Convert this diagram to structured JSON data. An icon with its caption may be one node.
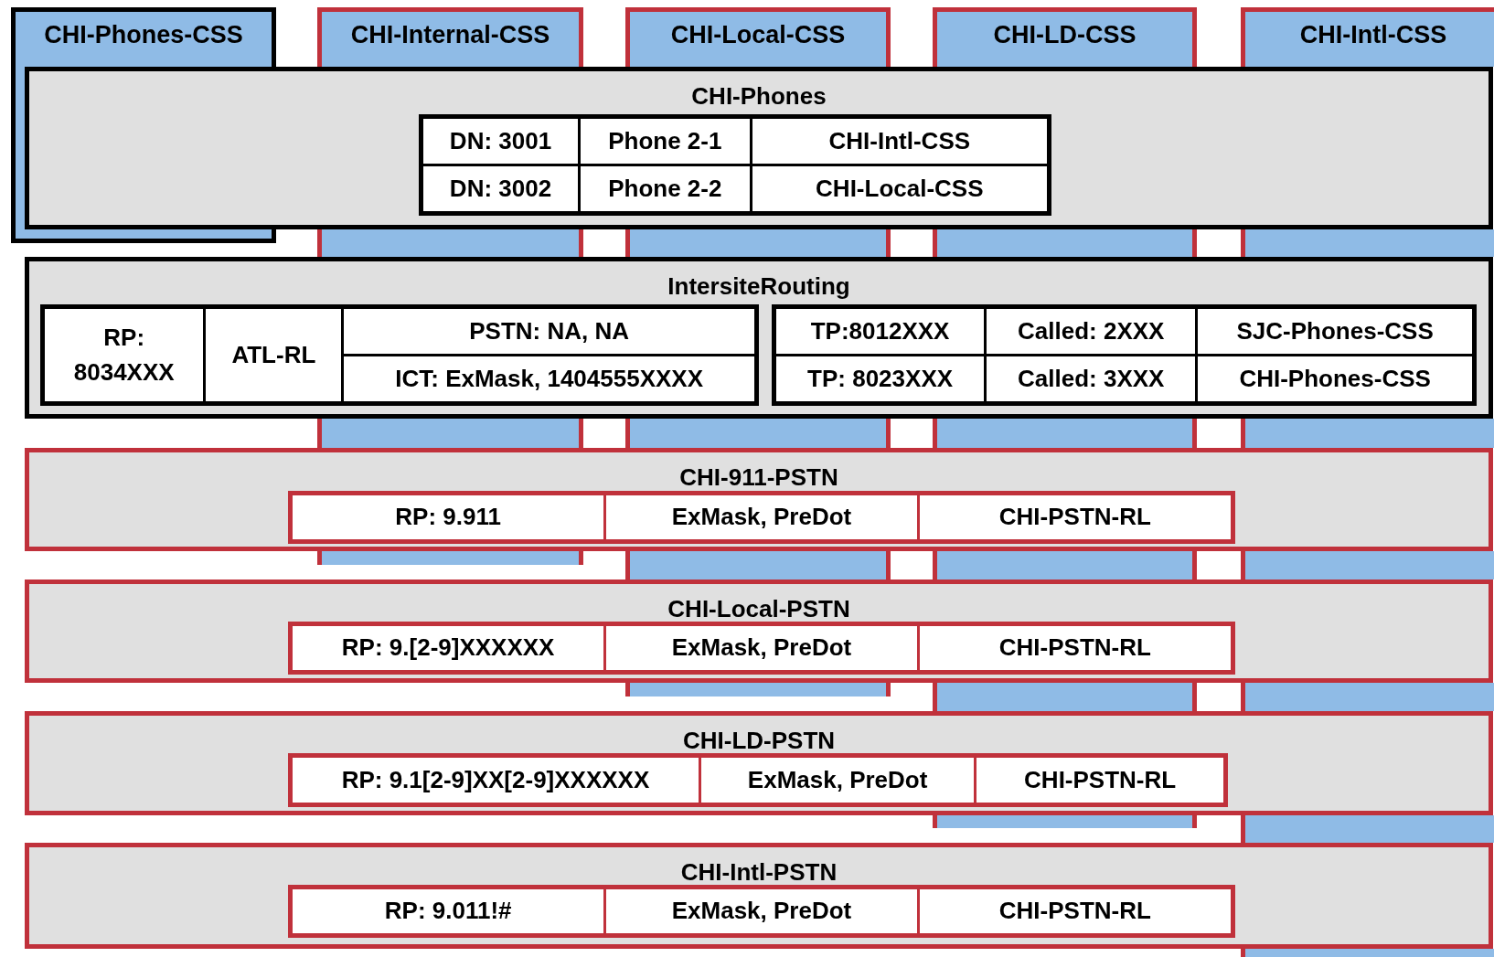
{
  "diagram": {
    "nodes": [
      {
        "text": [
          "CHI-Phones-CSS"
        ]
      },
      {
        "text": [
          "CHI-Internal-CSS"
        ]
      },
      {
        "text": [
          "CHI-Local-CSS"
        ]
      },
      {
        "text": [
          "CHI-LD-CSS"
        ]
      },
      {
        "text": [
          "CHI-Intl-CSS"
        ]
      },
      {
        "text": [
          "CHI-Phones"
        ]
      },
      {
        "text": [
          "DN: 3001",
          "Phone 2-1",
          "CHI-Intl-CSS",
          "DN: 3002",
          "Phone 2-2",
          "CHI-Local-CSS"
        ],
        "in": 5
      },
      {
        "text": [
          "IntersiteRouting"
        ]
      },
      {
        "text": [
          "RP: 8034XXX",
          "ATL-RL",
          "PSTN: NA, NA",
          "ICT: ExMask, 1404555XXXX"
        ],
        "in": 7
      },
      {
        "text": [
          "TP:8012XXX",
          "Called: 2XXX",
          "SJC-Phones-CSS",
          "TP: 8023XXX",
          "Called: 3XXX",
          "CHI-Phones-CSS"
        ],
        "in": 7
      },
      {
        "text": [
          "CHI-911-PSTN"
        ]
      },
      {
        "text": [
          "RP: 9.911",
          "ExMask, PreDot",
          "CHI-PSTN-RL"
        ],
        "in": 10
      },
      {
        "text": [
          "CHI-Local-PSTN"
        ]
      },
      {
        "text": [
          "RP: 9.[2-9]XXXXXX",
          "ExMask, PreDot",
          "CHI-PSTN-RL"
        ],
        "in": 12
      },
      {
        "text": [
          "CHI-LD-PSTN"
        ]
      },
      {
        "text": [
          "RP: 9.1[2-9]XX[2-9]XXXXXX",
          "ExMask, PreDot",
          "CHI-PSTN-RL"
        ],
        "in": 14
      },
      {
        "text": [
          "CHI-Intl-PSTN"
        ]
      },
      {
        "text": [
          "RP: 9.011!#",
          "ExMask, PreDot",
          "CHI-PSTN-RL"
        ],
        "in": 16
      }
    ]
  }
}
